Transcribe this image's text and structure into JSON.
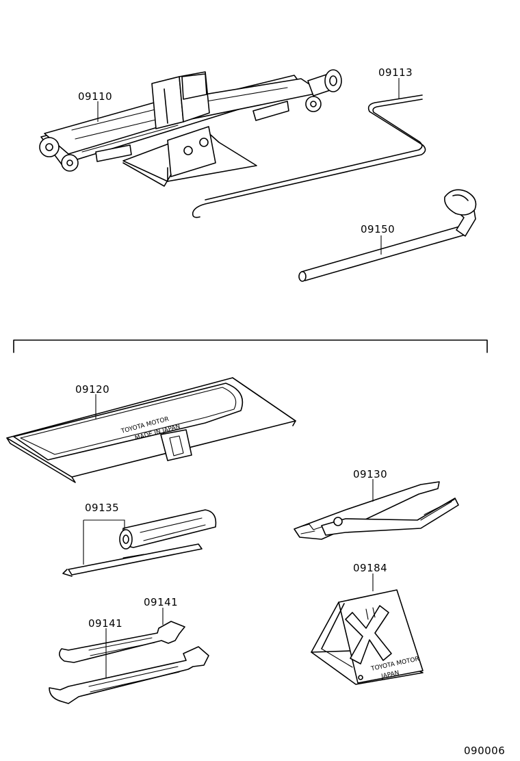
{
  "parts": {
    "jack": "09110",
    "handle": "09113",
    "wrench": "09150",
    "bag": "09120",
    "pliers": "09130",
    "screwdriver": "09135",
    "spanner_small": "09141",
    "spanner_large": "09141",
    "chock": "09184"
  },
  "stamps": {
    "bag_line1": "TOYOTA MOTOR",
    "bag_line2": "MADE IN JAPAN",
    "chock_line1": "TOYOTA MOTOR",
    "chock_line2": "JAPAN"
  },
  "figure_code": "090006"
}
